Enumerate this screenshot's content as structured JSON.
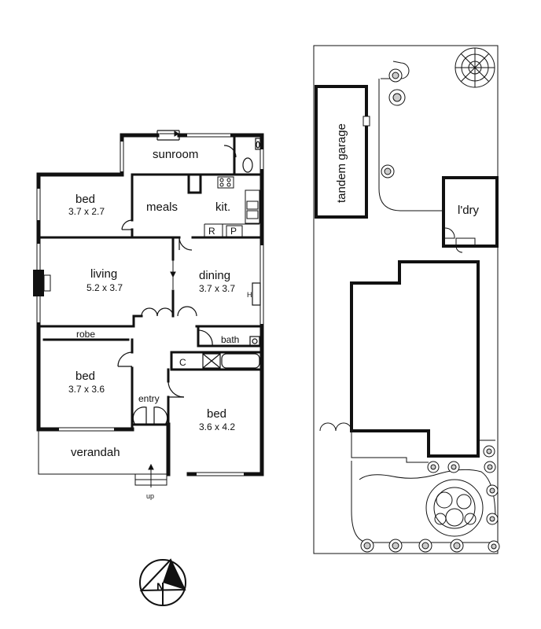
{
  "house": {
    "rooms": {
      "sunroom": "sunroom",
      "bed1": "bed",
      "bed1_dim": "3.7 x 2.7",
      "meals": "meals",
      "kitchen": "kit.",
      "living": "living",
      "living_dim": "5.2 x 3.7",
      "dining": "dining",
      "dining_dim": "3.7 x 3.7",
      "robe": "robe",
      "bath": "bath",
      "bed2": "bed",
      "bed2_dim": "3.7 x 3.6",
      "entry": "entry",
      "bed3": "bed",
      "bed3_dim": "3.6 x 4.2",
      "verandah": "verandah"
    },
    "fixtures": {
      "fridge": "R",
      "pantry": "P",
      "heater": "H",
      "cupboard": "C"
    },
    "entrance": "up"
  },
  "site": {
    "garage": "tandem garage",
    "laundry": "l'dry"
  },
  "compass": {
    "north": "N"
  }
}
